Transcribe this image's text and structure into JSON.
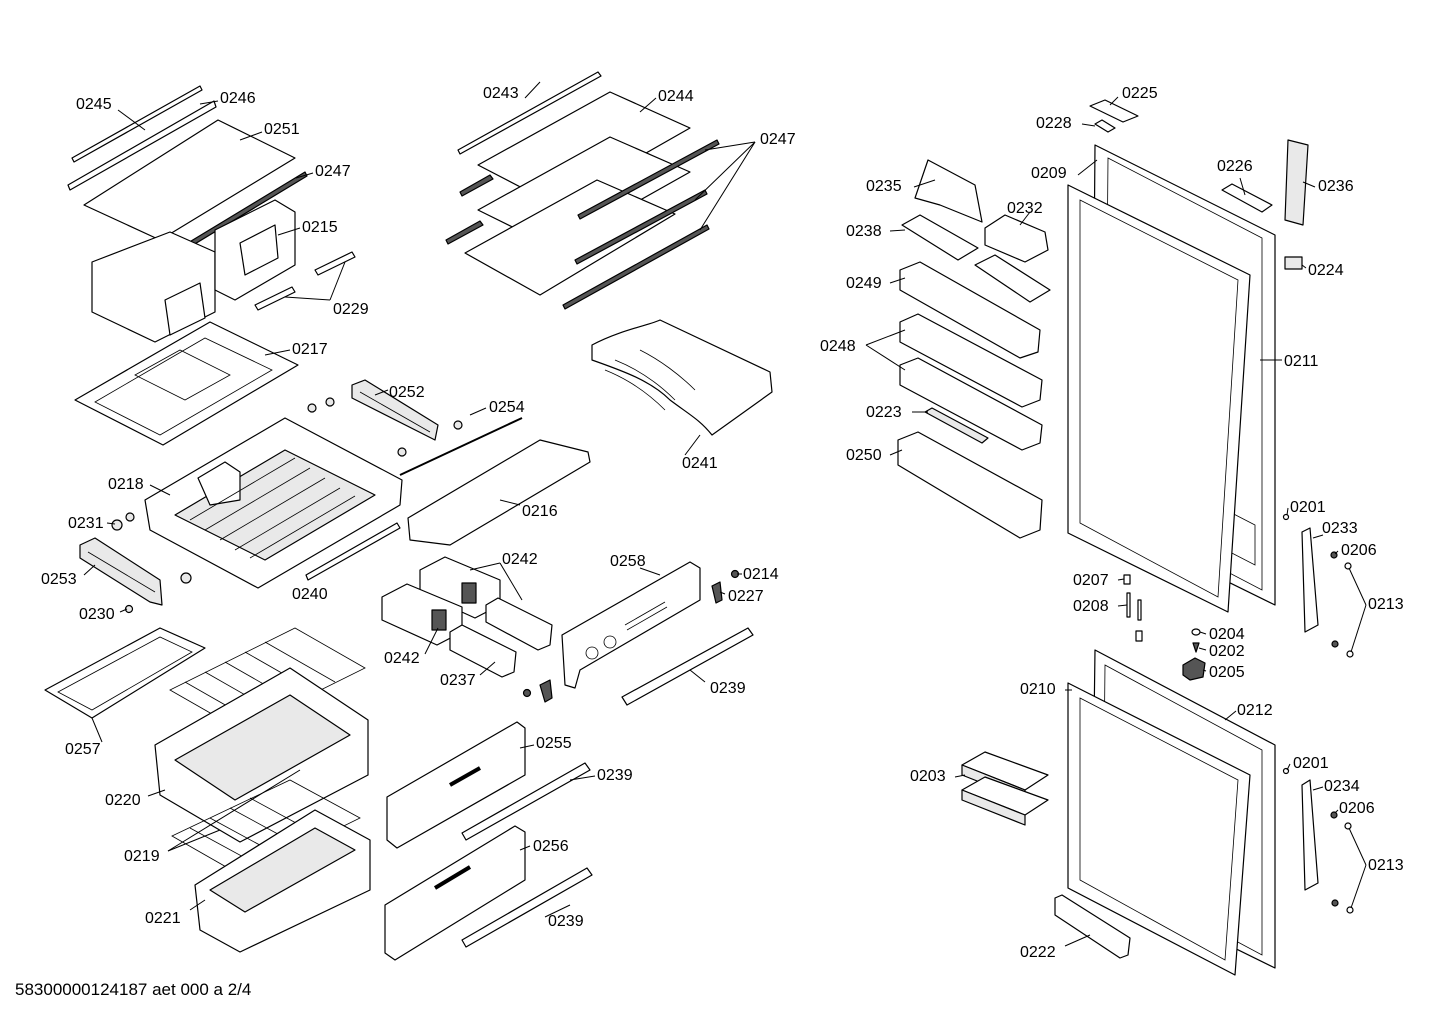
{
  "footer": {
    "document_code": "58300000124187 aet 000 a 2/4"
  },
  "part_numbers": {
    "p0245": "0245",
    "p0246": "0246",
    "p0251": "0251",
    "p0247a": "0247",
    "p0215": "0215",
    "p0229": "0229",
    "p0217": "0217",
    "p0252": "0252",
    "p0254": "0254",
    "p0218": "0218",
    "p0231": "0231",
    "p0253": "0253",
    "p0230": "0230",
    "p0240": "0240",
    "p0216": "0216",
    "p0243": "0243",
    "p0244": "0244",
    "p0247b": "0247",
    "p0241": "0241",
    "p0242a": "0242",
    "p0242b": "0242",
    "p0237": "0237",
    "p0258": "0258",
    "p0214": "0214",
    "p0227": "0227",
    "p0239a": "0239",
    "p0239b": "0239",
    "p0239c": "0239",
    "p0255": "0255",
    "p0256": "0256",
    "p0257": "0257",
    "p0220": "0220",
    "p0219": "0219",
    "p0221": "0221",
    "p0225": "0225",
    "p0228": "0228",
    "p0209": "0209",
    "p0226": "0226",
    "p0236": "0236",
    "p0235": "0235",
    "p0232": "0232",
    "p0238": "0238",
    "p0224": "0224",
    "p0249": "0249",
    "p0248": "0248",
    "p0211": "0211",
    "p0223": "0223",
    "p0250": "0250",
    "p0201a": "0201",
    "p0233": "0233",
    "p0206a": "0206",
    "p0207": "0207",
    "p0208": "0208",
    "p0213a": "0213",
    "p0204": "0204",
    "p0202": "0202",
    "p0205": "0205",
    "p0210": "0210",
    "p0212": "0212",
    "p0201b": "0201",
    "p0203": "0203",
    "p0234": "0234",
    "p0206b": "0206",
    "p0213b": "0213",
    "p0222": "0222"
  }
}
